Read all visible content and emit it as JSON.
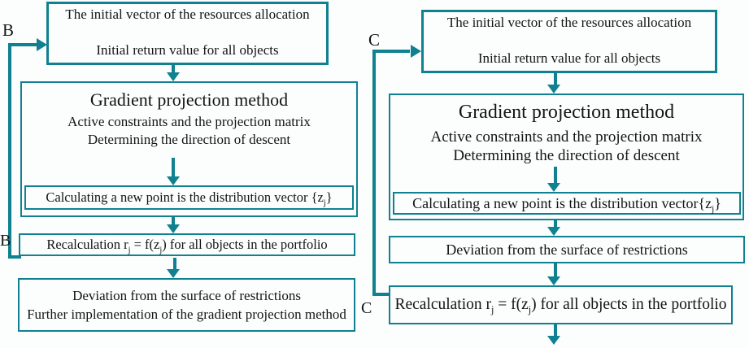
{
  "colors": {
    "accent": "#0f8190",
    "text": "#141414",
    "background": "#fcfdfd"
  },
  "charts": {
    "left": {
      "connector_label": "B",
      "boxes": {
        "initial": {
          "line1": "The initial vector of the resources allocation",
          "line2": "Initial return value for all objects"
        },
        "gradient": {
          "title": "Gradient projection method",
          "line1": "Active constraints and the projection matrix",
          "line2": "Determining the direction of descent"
        },
        "calculating": {
          "text": "Calculating a new point is the distribution vector {z_{j}}"
        },
        "recalculation": {
          "text": "Recalculation r_{j} = f(z_{j}) for all objects in the portfolio"
        },
        "deviation": {
          "line1": "Deviation from the surface of restrictions",
          "line2": "Further implementation of the gradient projection method"
        }
      }
    },
    "right": {
      "connector_label": "C",
      "boxes": {
        "initial": {
          "line1": "The initial vector of the resources allocation",
          "line2": "Initial return value for all objects"
        },
        "gradient": {
          "title": "Gradient projection method",
          "line1": "Active constraints and the projection matrix",
          "line2": "Determining the direction of descent"
        },
        "calculating": {
          "text": "Calculating a new point is the distribution vector{z_{j}}"
        },
        "deviation": {
          "text": "Deviation from the surface of restrictions"
        },
        "recalculation": {
          "text": "Recalculation r_{j} = f(z_{j}) for all objects in the portfolio"
        }
      }
    }
  }
}
